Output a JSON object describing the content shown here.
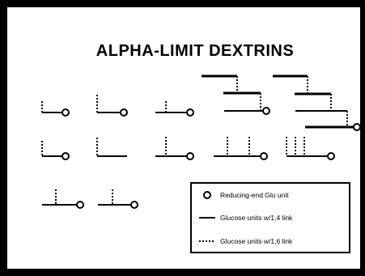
{
  "title": "ALPHA-LIMIT DEXTRINS",
  "legend": {
    "reducing_end": "Reducing-end Glu unit",
    "link_1_4": "Glucose units w/1,4 link",
    "link_1_6": "Glucose units w/1,6 link"
  },
  "colors": {
    "background": "#ffffff",
    "frame": "#000000",
    "ink": "#000000"
  }
}
